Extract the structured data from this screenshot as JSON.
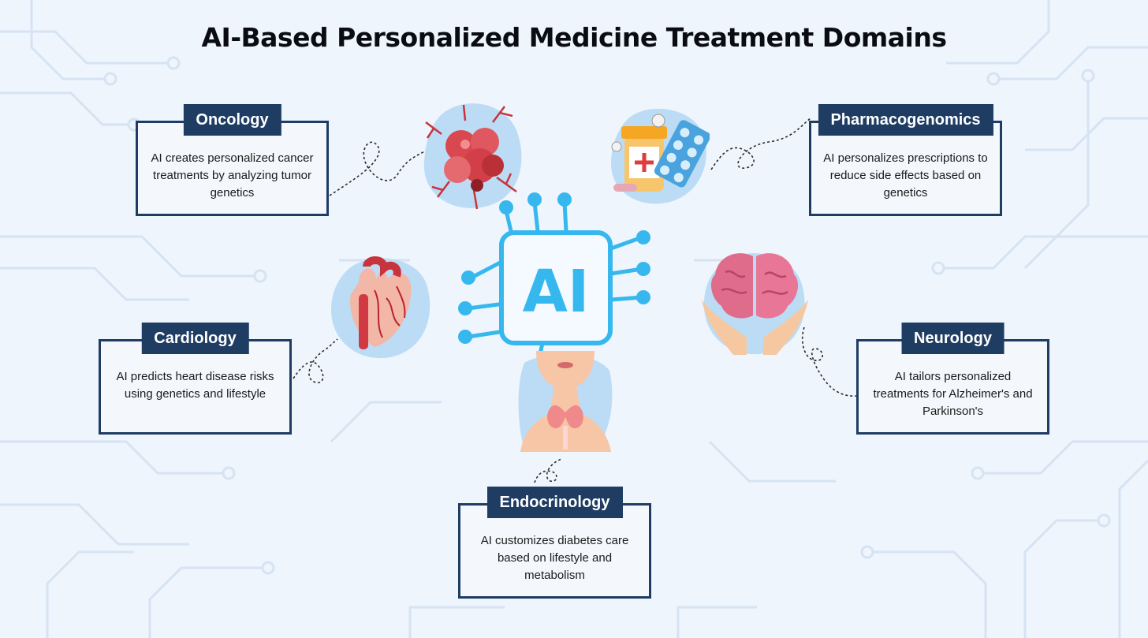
{
  "title": "AI-Based Personalized Medicine Treatment Domains",
  "center_chip": {
    "label": "AI",
    "color": "#36b8ef"
  },
  "colors": {
    "card_border": "#1f3d63",
    "label_background": "#1f3d63",
    "circuit_lines": "#d5e3f3",
    "blob": "#bcdcf6"
  },
  "domains": [
    {
      "id": "oncology",
      "label": "Oncology",
      "description": "AI creates personalized cancer treatments by analyzing tumor genetics",
      "icon": "tumor-cells-icon"
    },
    {
      "id": "pharmacogenomics",
      "label": "Pharmacogenomics",
      "description": "AI personalizes prescriptions to reduce side effects based on genetics",
      "icon": "pills-icon"
    },
    {
      "id": "cardiology",
      "label": "Cardiology",
      "description": "AI predicts heart disease risks using genetics and lifestyle",
      "icon": "heart-icon"
    },
    {
      "id": "neurology",
      "label": "Neurology",
      "description": "AI tailors personalized treatments for Alzheimer's and Parkinson's",
      "icon": "brain-in-hands-icon"
    },
    {
      "id": "endocrinology",
      "label": "Endocrinology",
      "description": "AI customizes diabetes care based on lifestyle and metabolism",
      "icon": "thyroid-icon"
    }
  ]
}
